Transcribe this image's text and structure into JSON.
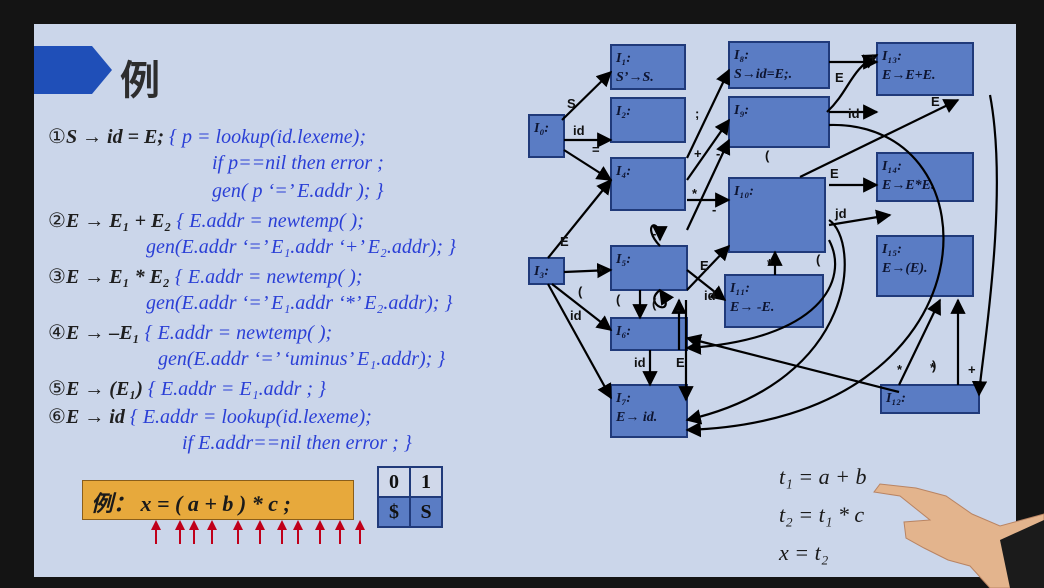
{
  "title": "例",
  "rules": [
    {
      "num": "①",
      "head": "S → id = E;",
      "action": "{ p = lookup(id.lexeme);"
    },
    {
      "num": "②",
      "head": "E → E₁ + E₂",
      "action": "{ E.addr = newtemp( );"
    },
    {
      "num": "③",
      "head": "E → E₁ * E₂",
      "action": "{ E.addr = newtemp( );"
    },
    {
      "num": "④",
      "head": "E → –E₁",
      "action": "{ E.addr = newtemp( );"
    },
    {
      "num": "⑤",
      "head": "E → (E₁)",
      "action": "{ E.addr = E₁.addr ; }"
    },
    {
      "num": "⑥",
      "head": "E → id",
      "action": "{ E.addr = lookup(id.lexeme);"
    }
  ],
  "continuations": {
    "r1a": "if p==nil then error ;",
    "r1b": "gen( p ‘=’ E.addr ); }",
    "r2": "gen(E.addr ‘=’ E₁.addr ‘+’ E₂.addr); }",
    "r3": "gen(E.addr ‘=’ E₁.addr ‘*’ E₂.addr); }",
    "r4": "gen(E.addr ‘=’ ‘uminus’ E₁.addr); }",
    "r6": "if E.addr==nil then error ; }"
  },
  "example": "例： x = ( a + b ) * c ;",
  "stack": {
    "states": [
      "0",
      "1"
    ],
    "symbols": [
      "$",
      "S"
    ]
  },
  "temps": [
    "t₁ = a + b",
    "t₂ = t₁ * c",
    "x = t₂"
  ],
  "states": [
    {
      "label": "I₀:",
      "item": ""
    },
    {
      "label": "I₁:",
      "item": "S’→S."
    },
    {
      "label": "I₂:",
      "item": ""
    },
    {
      "label": "I₃:",
      "item": ""
    },
    {
      "label": "I₄:",
      "item": ""
    },
    {
      "label": "I₅:",
      "item": ""
    },
    {
      "label": "I₆:",
      "item": ""
    },
    {
      "label": "I₇:",
      "item": "E→ id."
    },
    {
      "label": "I₈:",
      "item": "S→id=E;."
    },
    {
      "label": "I₉:",
      "item": ""
    },
    {
      "label": "I₁₀:",
      "item": ""
    },
    {
      "label": "I₁₁:",
      "item": "E→ -E."
    },
    {
      "label": "I₁₂:",
      "item": ""
    },
    {
      "label": "I₁₃:",
      "item": "E→E+E."
    },
    {
      "label": "I₁₄:",
      "item": "E→E*E."
    },
    {
      "label": "I₁₅:",
      "item": "E→(E)."
    }
  ],
  "edge_labels": [
    "S",
    "id",
    ";",
    "=",
    "+",
    "-",
    "*",
    "-",
    "E",
    "-",
    "(",
    "id",
    "E",
    "(",
    "(",
    "-",
    "-",
    "id",
    "id",
    "E",
    "E",
    "(",
    "*",
    "(",
    "jd",
    "E",
    "id",
    "E",
    "*",
    "+",
    "*",
    ")",
    "+",
    "*"
  ],
  "colors": {
    "slide": "#cbd6ea",
    "box": "#5a7cc4",
    "box_border": "#203a7a",
    "action_text": "#2a3fd6",
    "example_bg": "#e7a93c",
    "title_arrow": "#1f4fb8"
  }
}
